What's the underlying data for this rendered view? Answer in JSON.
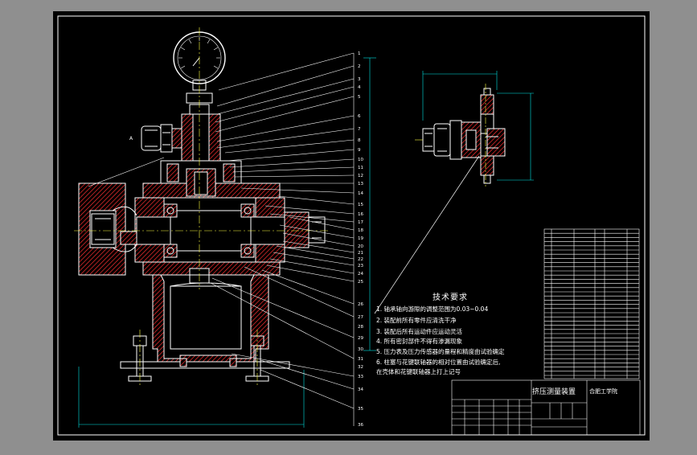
{
  "drawing": {
    "requirements_title": "技术要求",
    "requirements": [
      "1. 轴承轴向游隙的调整范围为0.03~0.04",
      "2. 装配前所有零件应清洗干净",
      "3. 装配后所有运动件应运动灵活",
      "4. 所有密封部件不得有渗漏现象",
      "5. 压力表及压力传感器的量程和精度由试验确定",
      "6. 柱塞与花键联轴器的相对位置由试验确定后,",
      "   在壳体和花键联轴器上打上记号"
    ],
    "title_block": {
      "title": "挤压测量装置",
      "org": "合肥工学院"
    },
    "view_label": "A",
    "part_numbers": [
      "1",
      "2",
      "3",
      "4",
      "5",
      "6",
      "7",
      "8",
      "9",
      "10",
      "11",
      "12",
      "13",
      "14",
      "15",
      "16",
      "17",
      "18",
      "19",
      "20",
      "21",
      "22",
      "23",
      "24",
      "25",
      "26",
      "27",
      "28",
      "29",
      "30",
      "31",
      "32",
      "33",
      "34",
      "35",
      "36"
    ]
  },
  "colors": {
    "background": "#8f8f8f",
    "sheet": "#000000",
    "lines": "#ffffff",
    "hatch": "#ff3030",
    "detail": "#00e5e5",
    "center": "#ffff40"
  }
}
